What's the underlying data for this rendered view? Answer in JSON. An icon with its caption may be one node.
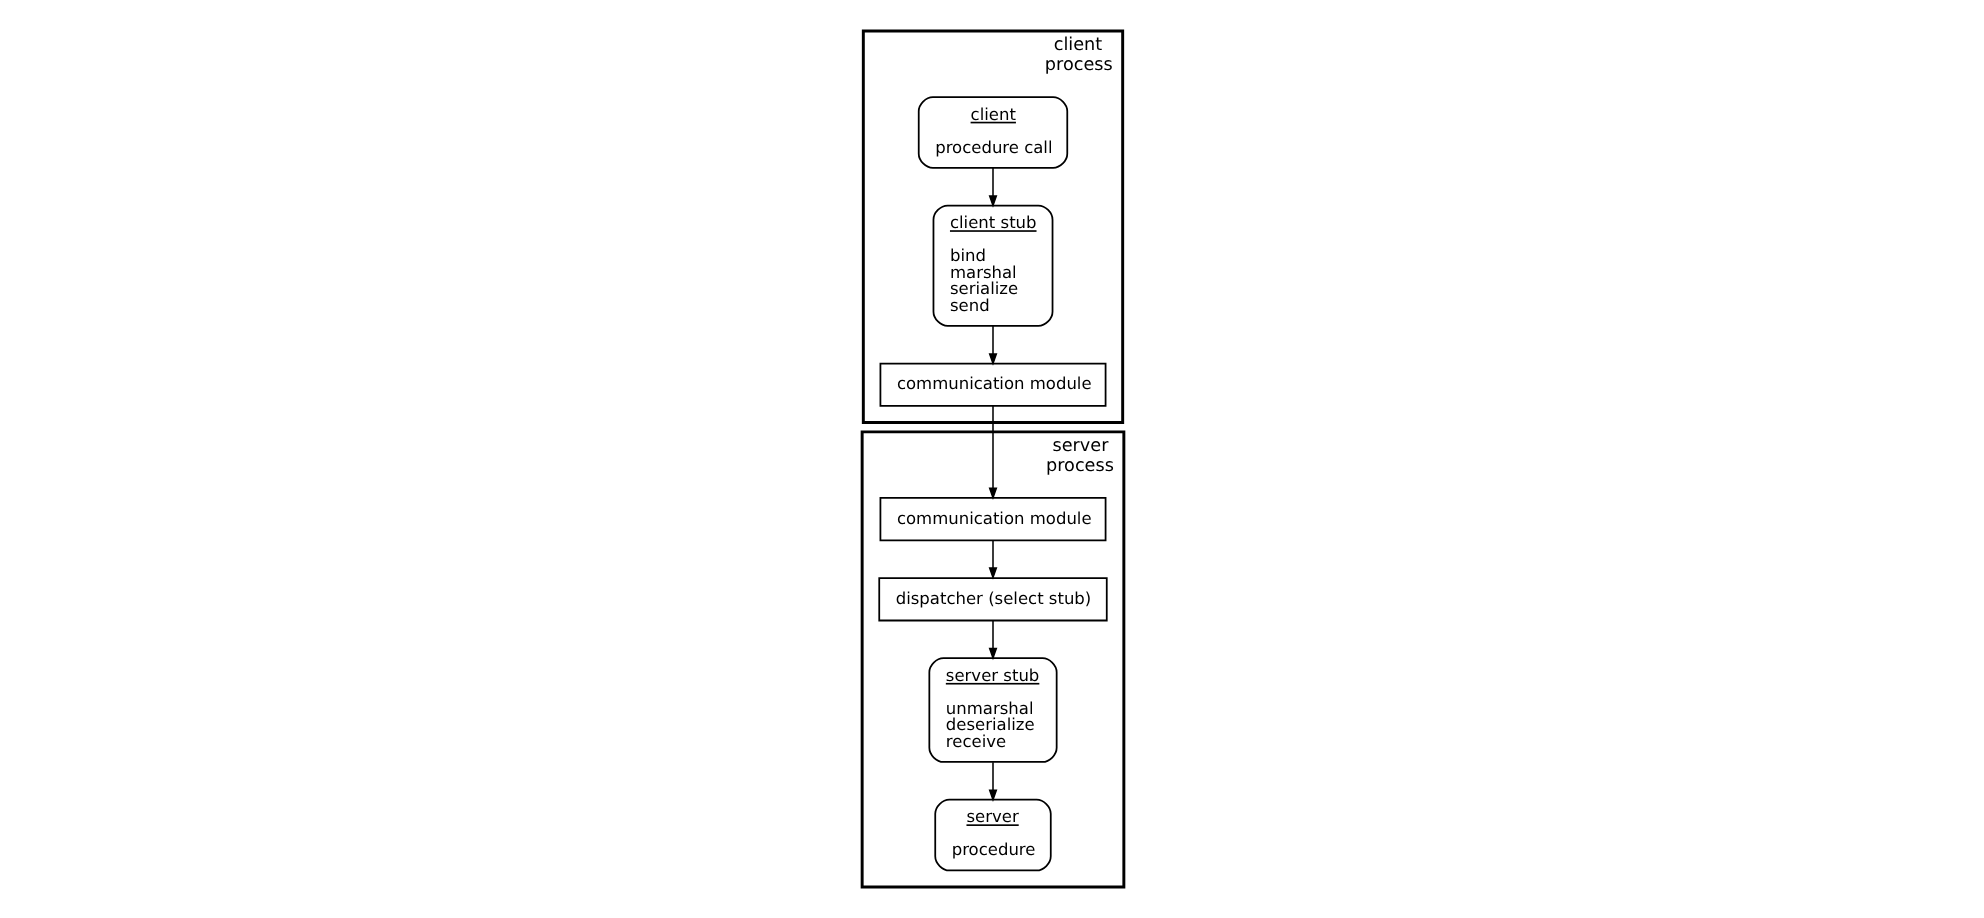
{
  "diagram": {
    "nodes": [
      {
        "text": [
          "client process"
        ]
      },
      {
        "text": [
          "client",
          "procedure call"
        ],
        "in": 0
      },
      {
        "text": [
          "client stub",
          "bind",
          "marshal",
          "serialize",
          "send"
        ],
        "in": 0
      },
      {
        "text": [
          "communication module"
        ],
        "in": 0
      },
      {
        "text": [
          "server process"
        ]
      },
      {
        "text": [
          "server",
          "procedure"
        ],
        "in": 4
      },
      {
        "text": [
          "dispatcher (select stub)"
        ],
        "in": 4
      },
      {
        "text": [
          "server stub",
          "unmarshal",
          "deserialize",
          "receive"
        ],
        "in": 4
      },
      {
        "text": [
          "communication module"
        ],
        "in": 4
      }
    ],
    "edges": [
      {
        "from": 1,
        "to": 2,
        "arrow": "to"
      },
      {
        "from": 2,
        "to": 3,
        "arrow": "to"
      },
      {
        "from": 3,
        "to": 8,
        "arrow": "to"
      },
      {
        "from": 8,
        "to": 6,
        "arrow": "to"
      },
      {
        "from": 6,
        "to": 7,
        "arrow": "to"
      },
      {
        "from": 7,
        "to": 5,
        "arrow": "to"
      }
    ]
  }
}
